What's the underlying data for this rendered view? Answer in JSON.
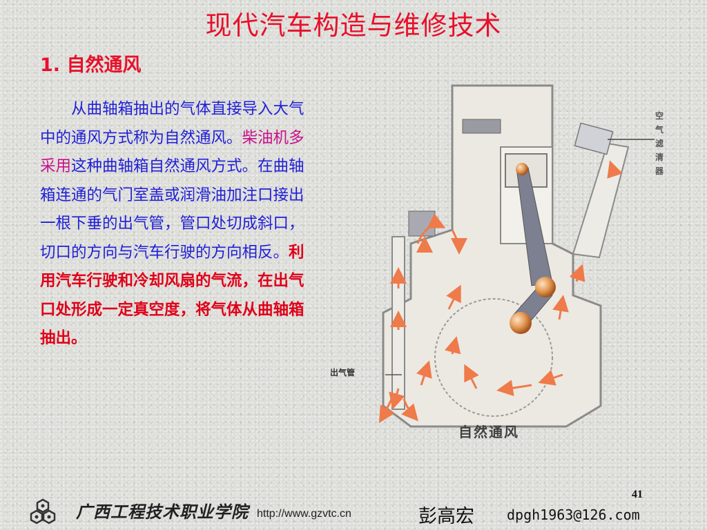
{
  "title": "现代汽车构造与维修技术",
  "section_heading": "1. 自然通风",
  "body": {
    "part1": "从曲轴箱抽出的气体直接导入大气中的通风方式称为自然通风。",
    "part2_highlight": "柴油机多采用",
    "part3": "这种曲轴箱自然通风方式。在曲轴箱连通的气门室盖或润滑油加注口接出一根下垂的出气管，管口处切成斜口，切口的方向与汽车行驶的方向相反。",
    "part4_red": "利用汽车行驶和冷却风扇的气流，在出气口处形成一定真空度，将气体从曲轴箱抽出。"
  },
  "diagram": {
    "caption": "自然通风",
    "label_outlet_pipe": "出气管",
    "label_air_filter": "空气滤清器"
  },
  "page_number": "41",
  "footer": {
    "school": "广西工程技术职业学院",
    "url": "http://www.gzvtc.cn",
    "author": "彭高宏",
    "email": "dpgh1963@126.com"
  },
  "colors": {
    "title_red": "#e8102a",
    "body_blue": "#1f1fd8",
    "highlight_magenta": "#c8108c",
    "emphasis_red": "#e00018"
  }
}
